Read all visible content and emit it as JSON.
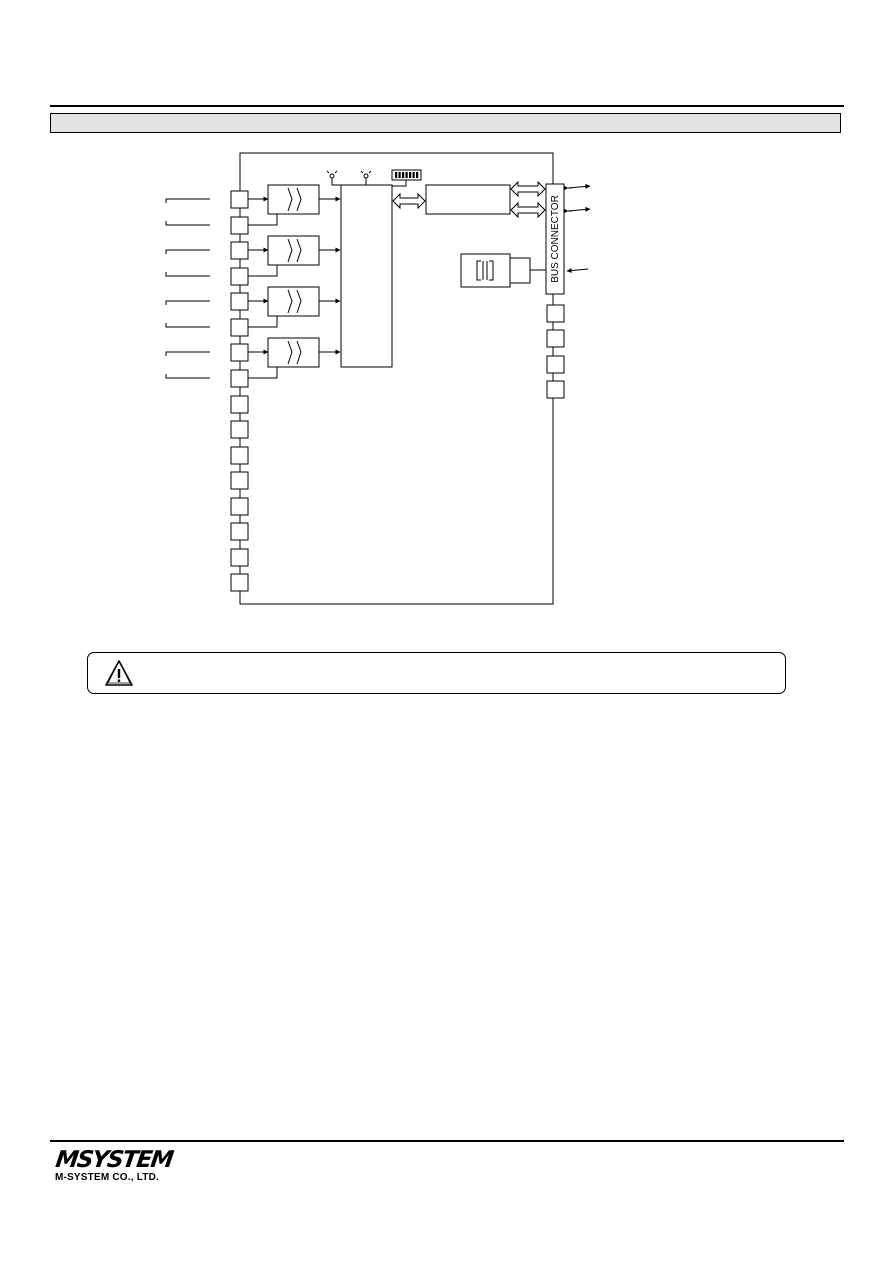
{
  "diagram": {
    "bus_connector_label": "BUS CONNECTOR"
  },
  "warning": {
    "text": ""
  },
  "footer": {
    "logo_wordmark": "MSYSTEM",
    "company_name": "M-SYSTEM CO., LTD."
  }
}
